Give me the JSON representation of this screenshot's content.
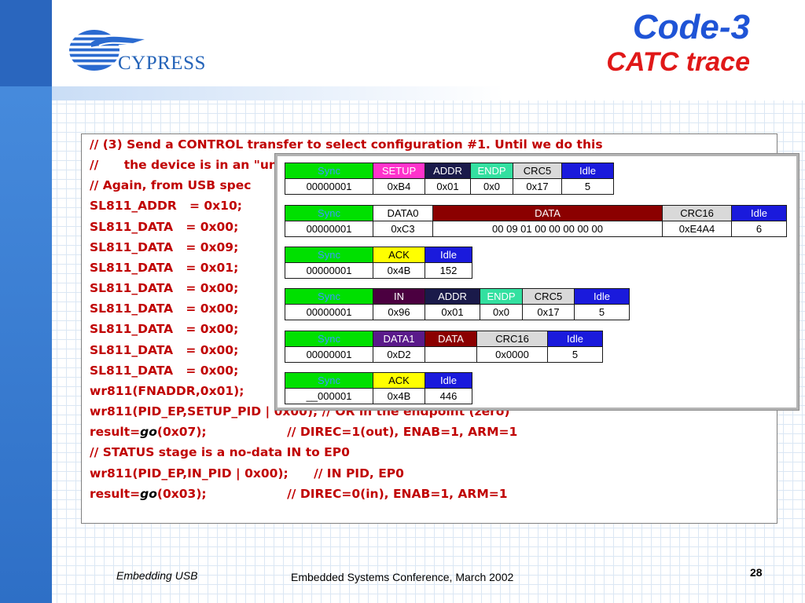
{
  "slide": {
    "title": "Code-3",
    "subtitle": "CATC trace",
    "logo_text": "CYPRESS"
  },
  "code_lines": [
    {
      "text": "// (3) Send a CONTROL transfer to select configuration #1. Until we do this"
    },
    {
      "text": "//      the device is in an \"unconfigured\" state and probably won't work,"
    },
    {
      "text": "// Again, from USB spec"
    },
    {
      "text": "SL811_ADDR   = 0x10;"
    },
    {
      "text": "SL811_DATA   = 0x00;"
    },
    {
      "text": "SL811_DATA   = 0x09;"
    },
    {
      "text": "SL811_DATA   = 0x01;"
    },
    {
      "text": "SL811_DATA   = 0x00;"
    },
    {
      "text": "SL811_DATA   = 0x00;"
    },
    {
      "text": "SL811_DATA   = 0x00;"
    },
    {
      "text": "SL811_DATA   = 0x00;"
    },
    {
      "text": "SL811_DATA   = 0x00;"
    },
    {
      "text": "wr811(FNADDR,0x01);              // Now talking to USB device at address"
    },
    {
      "text": "wr811(PID_EP,SETUP_PID | 0x00); // OR in the endpoint (zero)"
    },
    {
      "before": "result=",
      "go": "go",
      "after": "(0x07);                   // DIREC=1(out), ENAB=1, ARM=1"
    },
    {
      "text": "// STATUS stage is a no-data IN to EP0"
    },
    {
      "text": "wr811(PID_EP,IN_PID | 0x00);      // IN PID, EP0"
    },
    {
      "before": "result=",
      "go": "go",
      "after": "(0x03);                   // DIREC=0(in), ENAB=1, ARM=1"
    }
  ],
  "catc_trace": {
    "colors": {
      "sync": "#00e000",
      "setup": "#ff33cc",
      "addr": "#1a1a4a",
      "endp": "#33e0a0",
      "crc": "#d9d9d9",
      "idle": "#1a1adc",
      "data0": "#ffffff",
      "data": "#8b0000",
      "ack": "#ffff00",
      "in": "#4b0040",
      "data1": "#5a1a8a"
    },
    "packets": [
      {
        "fields": [
          {
            "label": "Sync",
            "value": "00000001",
            "color": "sync"
          },
          {
            "label": "SETUP",
            "value": "0xB4",
            "color": "setup"
          },
          {
            "label": "ADDR",
            "value": "0x01",
            "color": "addr"
          },
          {
            "label": "ENDP",
            "value": "0x0",
            "color": "endp"
          },
          {
            "label": "CRC5",
            "value": "0x17",
            "color": "crc"
          },
          {
            "label": "Idle",
            "value": "5",
            "color": "idle"
          }
        ]
      },
      {
        "fields": [
          {
            "label": "Sync",
            "value": "00000001",
            "color": "sync"
          },
          {
            "label": "DATA0",
            "value": "0xC3",
            "color": "data0"
          },
          {
            "label": "DATA",
            "value": "00 09 01 00 00 00 00 00",
            "color": "data"
          },
          {
            "label": "CRC16",
            "value": "0xE4A4",
            "color": "crc"
          },
          {
            "label": "Idle",
            "value": "6",
            "color": "idle"
          }
        ]
      },
      {
        "fields": [
          {
            "label": "Sync",
            "value": "00000001",
            "color": "sync"
          },
          {
            "label": "ACK",
            "value": "0x4B",
            "color": "ack"
          },
          {
            "label": "Idle",
            "value": "152",
            "color": "idle"
          }
        ]
      },
      {
        "fields": [
          {
            "label": "Sync",
            "value": "00000001",
            "color": "sync"
          },
          {
            "label": "IN",
            "value": "0x96",
            "color": "in"
          },
          {
            "label": "ADDR",
            "value": "0x01",
            "color": "addr"
          },
          {
            "label": "ENDP",
            "value": "0x0",
            "color": "endp"
          },
          {
            "label": "CRC5",
            "value": "0x17",
            "color": "crc"
          },
          {
            "label": "Idle",
            "value": "5",
            "color": "idle"
          }
        ]
      },
      {
        "fields": [
          {
            "label": "Sync",
            "value": "00000001",
            "color": "sync"
          },
          {
            "label": "DATA1",
            "value": "0xD2",
            "color": "data1"
          },
          {
            "label": "DATA",
            "value": "",
            "color": "data"
          },
          {
            "label": "CRC16",
            "value": "0x0000",
            "color": "crc"
          },
          {
            "label": "Idle",
            "value": "5",
            "color": "idle"
          }
        ]
      },
      {
        "fields": [
          {
            "label": "Sync",
            "value": "__000001",
            "color": "sync"
          },
          {
            "label": "ACK",
            "value": "0x4B",
            "color": "ack"
          },
          {
            "label": "Idle",
            "value": "446",
            "color": "idle"
          }
        ]
      }
    ]
  },
  "footer": {
    "left": "Embedding USB",
    "center": "Embedded Systems Conference, March 2002",
    "page_number": "28"
  }
}
